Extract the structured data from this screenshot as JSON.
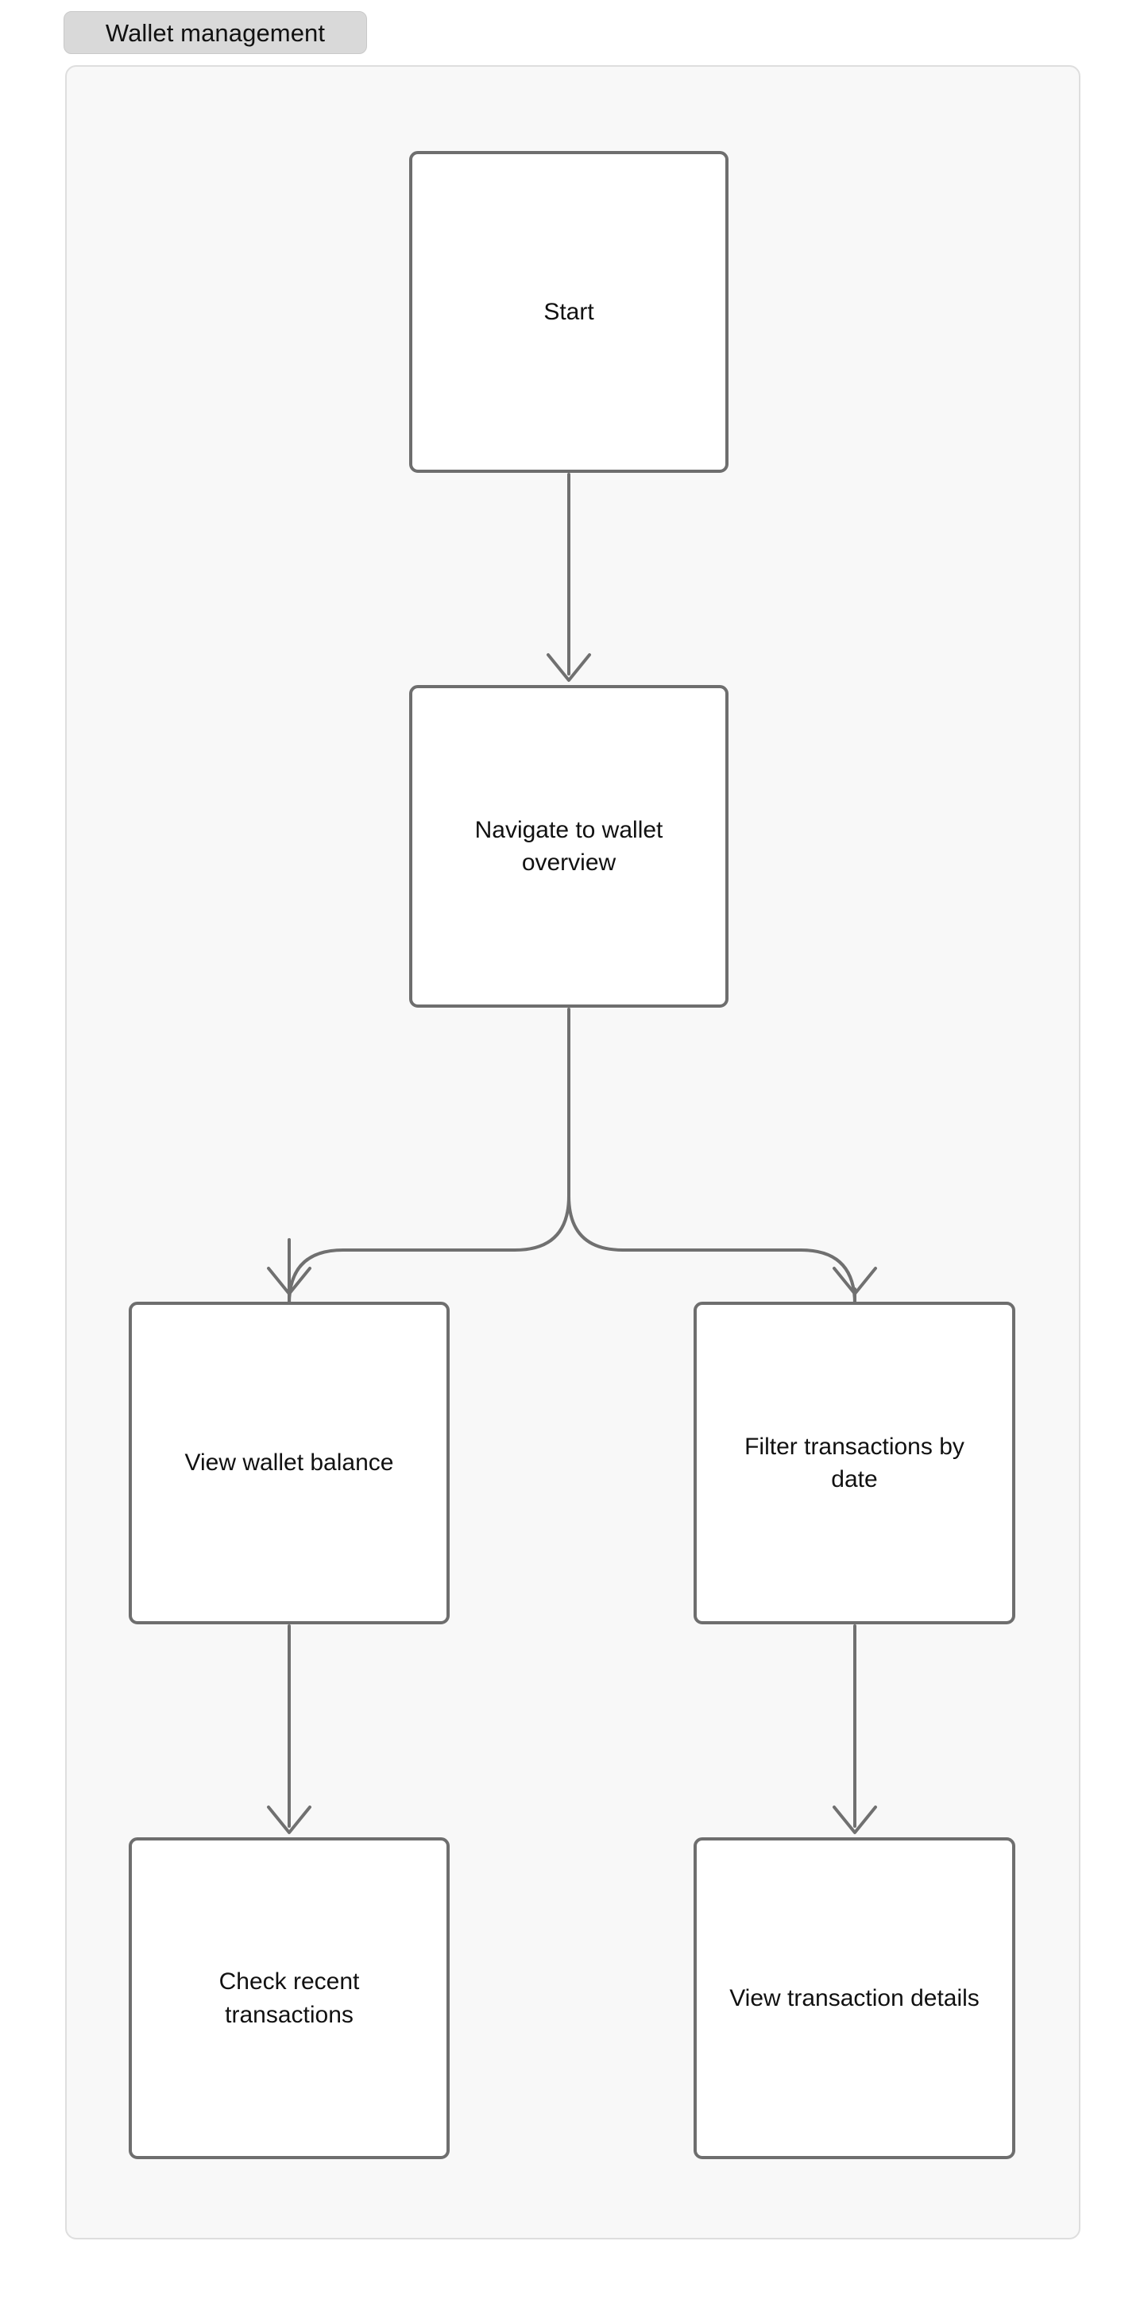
{
  "title": {
    "label": "Wallet management"
  },
  "colors": {
    "badge_background": "#d9d9d9",
    "panel_background": "#f8f8f8",
    "panel_border": "#dedede",
    "node_background": "#ffffff",
    "node_border": "#6e6e6e",
    "edge_stroke": "#707070",
    "text": "#111111"
  },
  "chart_data": {
    "type": "diagram",
    "title": "Wallet management",
    "direction": "top-down",
    "nodes": [
      {
        "id": "start",
        "label": "Start",
        "column": "center",
        "row": 1
      },
      {
        "id": "navigate",
        "label": "Navigate to wallet overview",
        "column": "center",
        "row": 2
      },
      {
        "id": "view_balance",
        "label": "View wallet balance",
        "column": "left",
        "row": 3
      },
      {
        "id": "filter_tx",
        "label": "Filter transactions by date",
        "column": "right",
        "row": 3
      },
      {
        "id": "check_recent",
        "label": "Check recent transactions",
        "column": "left",
        "row": 4
      },
      {
        "id": "view_details",
        "label": "View transaction details",
        "column": "right",
        "row": 4
      }
    ],
    "edges": [
      {
        "from": "start",
        "to": "navigate",
        "style": "straight",
        "arrow": "chevron"
      },
      {
        "from": "navigate",
        "to": "view_balance",
        "style": "branch-left",
        "arrow": "chevron"
      },
      {
        "from": "navigate",
        "to": "filter_tx",
        "style": "branch-right",
        "arrow": "chevron"
      },
      {
        "from": "view_balance",
        "to": "check_recent",
        "style": "straight",
        "arrow": "chevron"
      },
      {
        "from": "filter_tx",
        "to": "view_details",
        "style": "straight",
        "arrow": "chevron"
      }
    ]
  },
  "nodes": {
    "start": {
      "label": "Start"
    },
    "navigate": {
      "label": "Navigate to wallet overview"
    },
    "view_balance": {
      "label": "View wallet balance"
    },
    "filter_tx": {
      "label": "Filter transactions by date"
    },
    "check_recent": {
      "label": "Check recent transactions"
    },
    "view_details": {
      "label": "View transaction details"
    }
  }
}
